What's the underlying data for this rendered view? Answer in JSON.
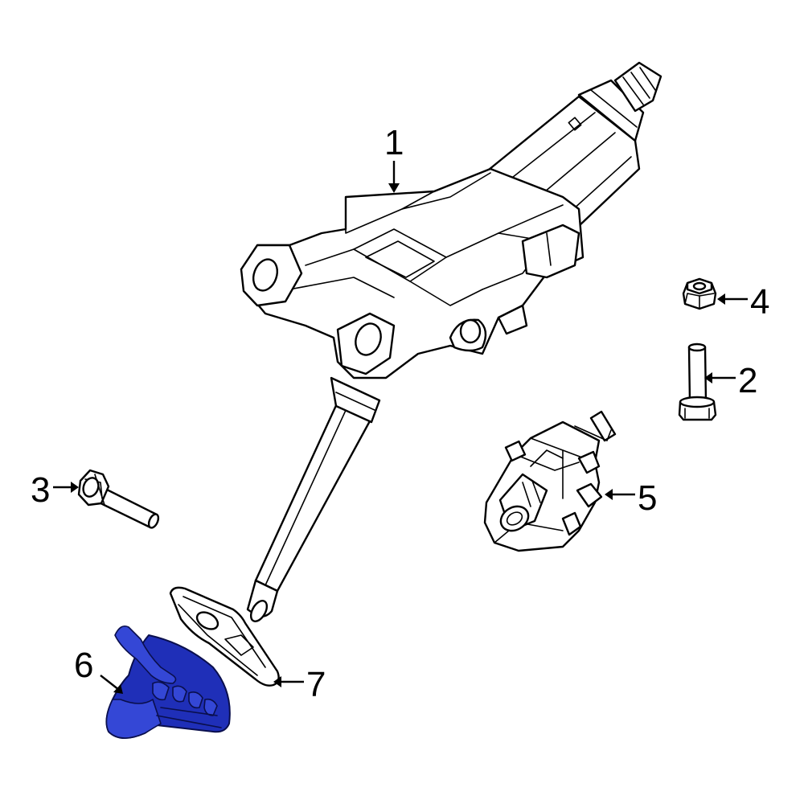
{
  "callouts": [
    {
      "id": "1",
      "label": "1"
    },
    {
      "id": "2",
      "label": "2"
    },
    {
      "id": "3",
      "label": "3"
    },
    {
      "id": "4",
      "label": "4"
    },
    {
      "id": "5",
      "label": "5"
    },
    {
      "id": "6",
      "label": "6"
    },
    {
      "id": "7",
      "label": "7"
    }
  ],
  "colors": {
    "line": "#000000",
    "highlight": "#1f2fb8",
    "background": "#ffffff"
  }
}
